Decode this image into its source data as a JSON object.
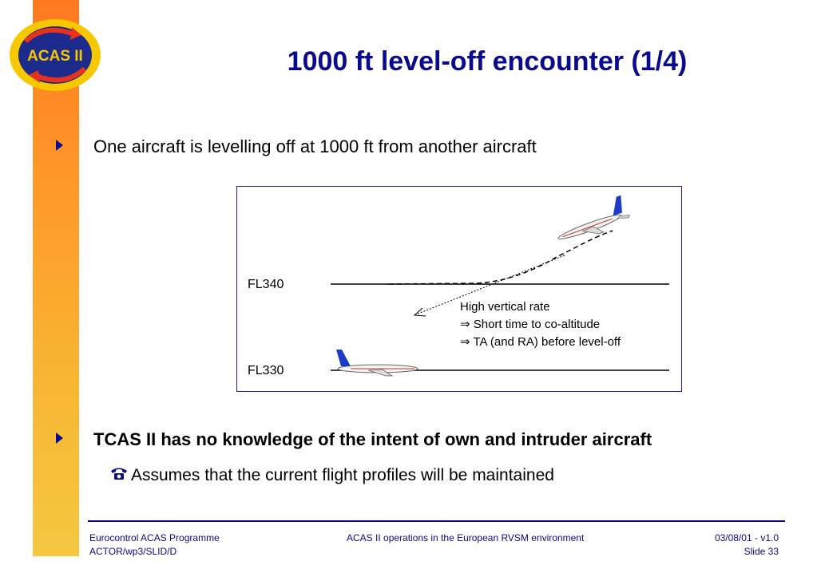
{
  "logo": {
    "text": "ACAS II"
  },
  "title": "1000 ft level-off encounter (1/4)",
  "bullets": [
    {
      "text": "One aircraft is levelling off at 1000 ft from another aircraft"
    },
    {
      "text": "TCAS II has no knowledge of the intent of own and intruder aircraft"
    }
  ],
  "sub_bullet": {
    "icon": "phone-icon",
    "text": "Assumes that the current flight profiles will be maintained"
  },
  "diagram": {
    "fl_upper": "FL340",
    "fl_lower": "FL330",
    "note_line1": "High vertical rate",
    "note_line2": "⇒ Short time to co-altitude",
    "note_line3": "⇒ TA (and RA) before level-off"
  },
  "footer": {
    "left_line1": "Eurocontrol ACAS Programme",
    "left_line2": "ACTOR/wp3/SLID/D",
    "center": "ACAS II operations in the European RVSM environment",
    "right_line1": "03/08/01 - v1.0",
    "right_line2": "Slide 33"
  },
  "colors": {
    "title": "#0a0a8f",
    "sidebar_top": "#ff7a1f",
    "sidebar_bottom": "#f5c842",
    "frame": "#1a1a9a"
  }
}
